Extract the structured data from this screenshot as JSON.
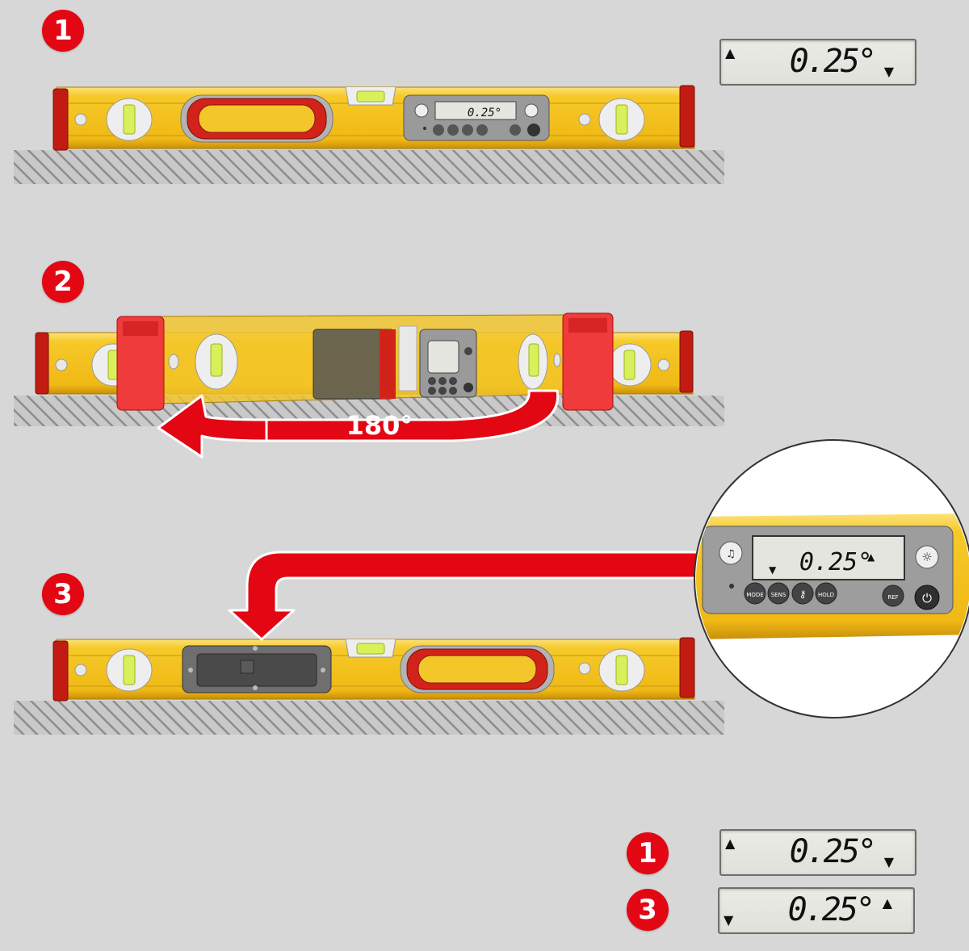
{
  "steps": {
    "step1": "1",
    "step2": "2",
    "step3": "3"
  },
  "readouts": {
    "top": {
      "value": "0.25°",
      "arrow_up": "▲",
      "arrow_down": "▼"
    },
    "level_display": "0.25°",
    "zoom": {
      "value": "0.25°",
      "arrow_up": "▲",
      "arrow_down": "▼"
    },
    "result_step1": {
      "label": "1",
      "value": "0.25°",
      "arrow_up": "▲",
      "arrow_down": "▼"
    },
    "result_step3": {
      "label": "3",
      "value": "0.25°",
      "arrow_up": "▲",
      "arrow_down": "▼"
    }
  },
  "rotation": {
    "label": "180°"
  },
  "buttons": {
    "mode": "MODE",
    "sens": "SENS",
    "hold": "HOLD",
    "ref": "REF"
  },
  "colors": {
    "accent_red": "#e30613",
    "level_yellow": "#f5c51e",
    "ground_hatch": "#9a9a9a",
    "background": "#d7d7d7"
  }
}
